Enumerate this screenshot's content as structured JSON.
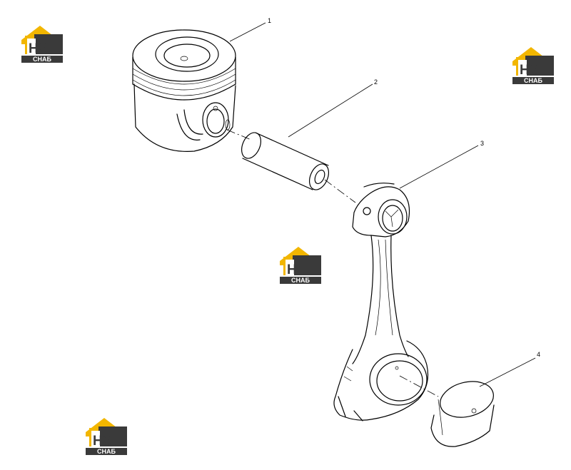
{
  "diagram": {
    "callouts": [
      {
        "id": "piston",
        "label": "1"
      },
      {
        "id": "piston-pin",
        "label": "2"
      },
      {
        "id": "connecting-rod",
        "label": "3"
      },
      {
        "id": "rod-bearing",
        "label": "4"
      }
    ]
  },
  "watermark": {
    "logo_text": "НЗ",
    "sub_text": "СНАБ",
    "colors": {
      "roof": "#f2b600",
      "box": "#3a3a3a",
      "text": "#ffffff"
    }
  }
}
